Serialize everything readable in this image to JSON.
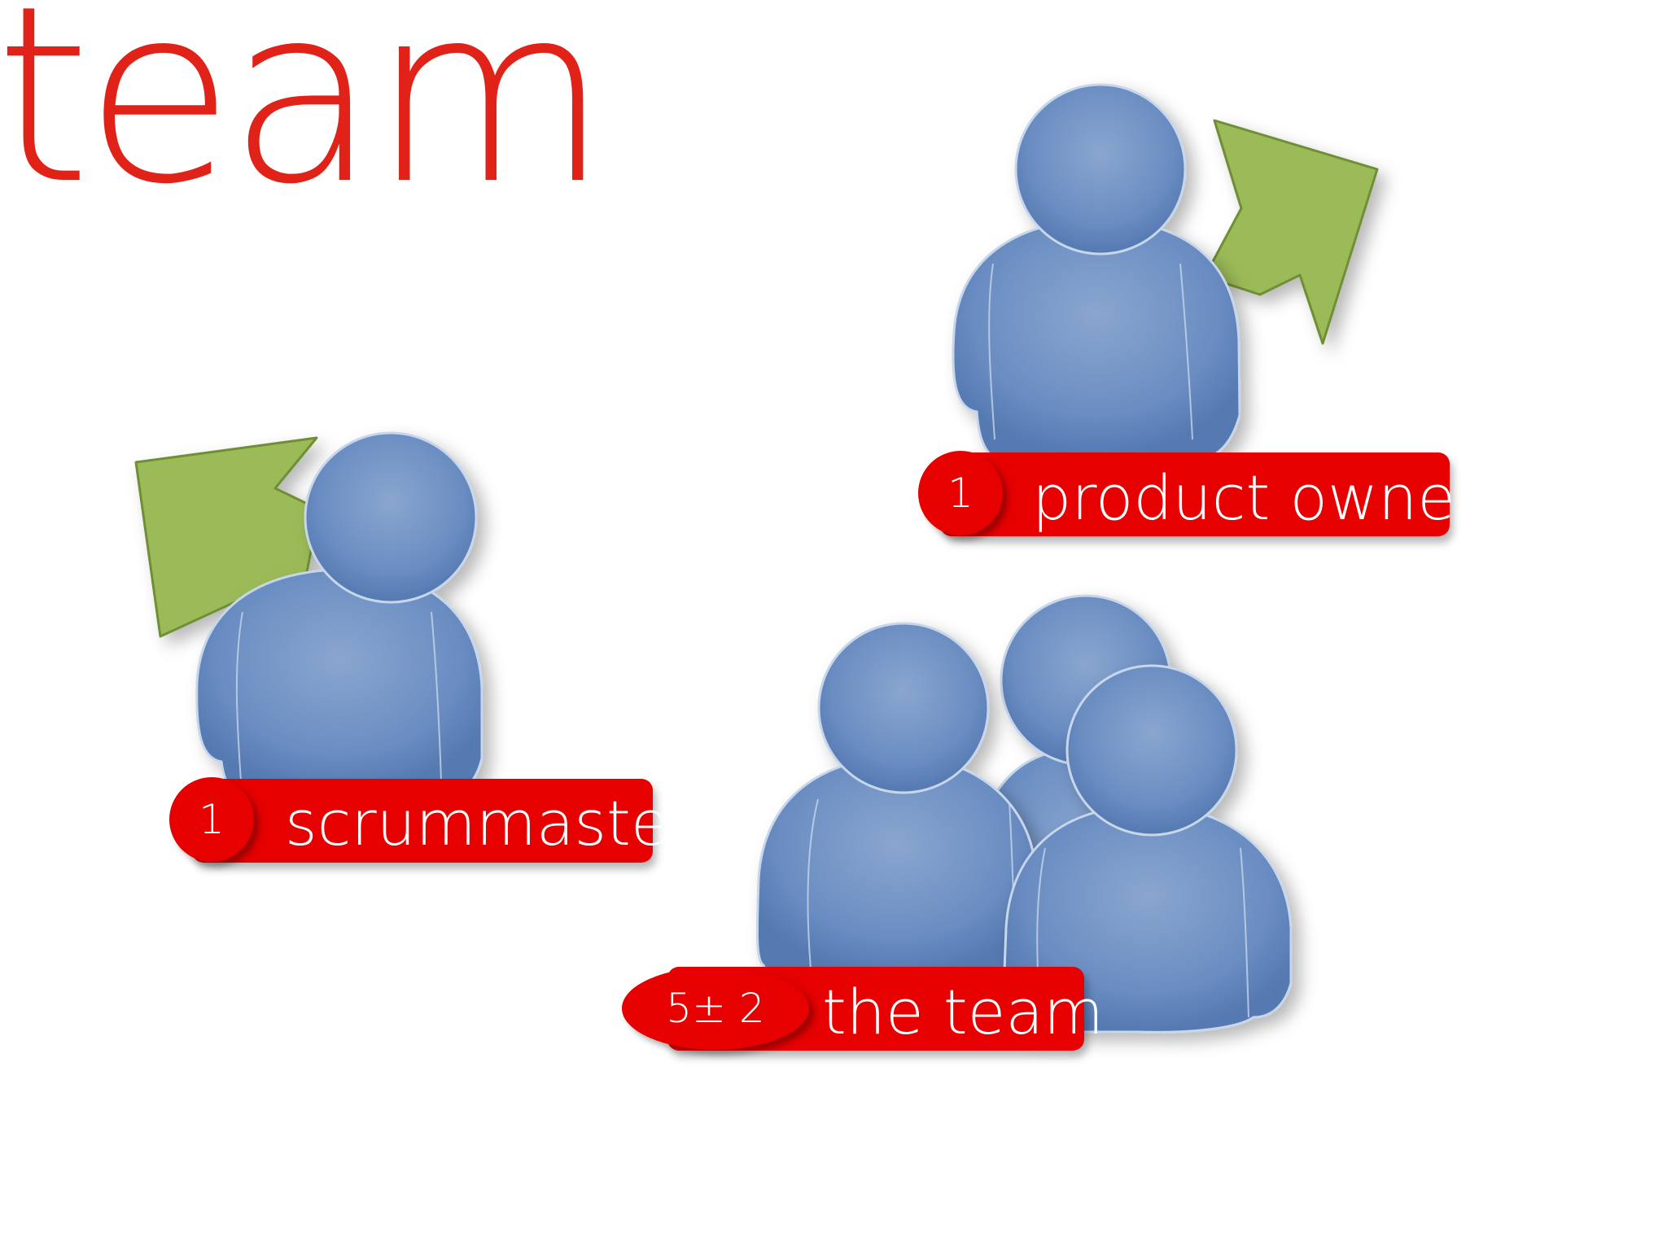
{
  "slide": {
    "title": "team"
  },
  "roles": {
    "product_owner": {
      "count": "1",
      "label": "product owner"
    },
    "scrummaster": {
      "count": "1",
      "label": "scrummaster"
    },
    "team": {
      "count": "5± 2",
      "label": "the team"
    }
  },
  "colors": {
    "title": "#e02218",
    "badge": "#e60000",
    "person": "#6e90c2",
    "arrow": "#9bbb59"
  },
  "icons": [
    "person-icon",
    "arrow-up-right-icon",
    "arrow-up-left-icon",
    "group-icon"
  ]
}
